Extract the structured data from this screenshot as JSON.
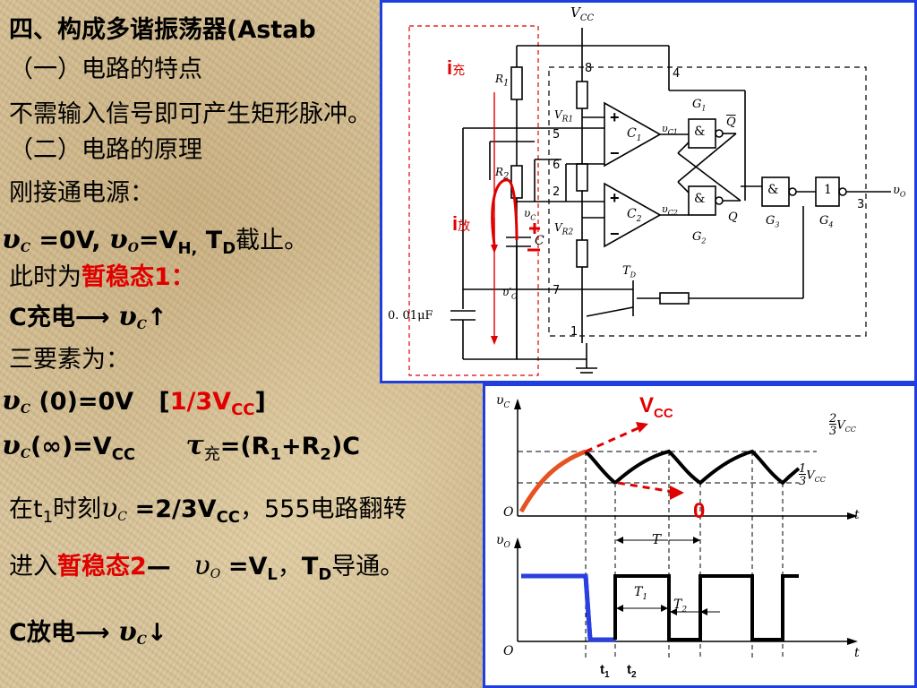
{
  "title": "四、构成多谐振荡器(Astab",
  "sec1": "（一）电路的特点",
  "feature": "不需输入信号即可产生矩形脉冲。",
  "sec2": "（二）电路的原理",
  "poweron": "刚接通电源：",
  "vc_sym": "υ",
  "vc_sub": "C",
  "vo_sub": "O",
  "init_state": {
    "vc_eq": "=0V,",
    "vo_eq": "=V",
    "vo_sub": "H",
    "sep": ",",
    "td": "T",
    "td_sub": "D",
    "td_state": "截止。"
  },
  "temp1": {
    "prefix": "此时为",
    "name": "暂稳态1：",
    "charge": "C充电",
    "arrow": "↑"
  },
  "three": "三要素为：",
  "vc0": {
    "eq": "(0)=0V",
    "br_open": "[",
    "val": "1/3V",
    "sub": "CC",
    "br_close": "]"
  },
  "vcinf": {
    "open": "(",
    "inf": "∞",
    "eq": ")=V",
    "sub": "CC"
  },
  "tau": {
    "sym": "τ",
    "sub": "充",
    "eq": "=(R",
    "r1": "1",
    "plus": "+R",
    "r2": "2",
    "close": ")C"
  },
  "t1flip": {
    "prefix": "在t",
    "t_sub": "1",
    "mid": "时刻",
    "eq": "=2/3V",
    "sub": "CC",
    "rest": "，555电路翻转"
  },
  "temp2": {
    "prefix": "进入",
    "name": "暂稳态2",
    "dash": "—",
    "eq": "=V",
    "eq_sub": "L",
    "sep": "，",
    "td": "T",
    "td_sub": "D",
    "td_state": "导通。"
  },
  "discharge": {
    "text": "C放电",
    "arrow": "↓"
  },
  "circuit": {
    "vcc": "V",
    "vcc_sub": "CC",
    "i_charge": "i",
    "i_charge_sub": "充",
    "i_discharge": "i",
    "i_discharge_sub": "放",
    "r1": "R",
    "r1_sub": "1",
    "r2": "R",
    "r2_sub": "2",
    "vr1": "V",
    "vr1_sub": "R1",
    "vr2": "V",
    "vr2_sub": "R2",
    "c1": "C",
    "c1_sub": "1",
    "c2": "C",
    "c2_sub": "2",
    "vc1": "υ",
    "vc1_sub": "C1",
    "vc2": "υ",
    "vc2_sub": "C2",
    "g1": "G",
    "g1_sub": "1",
    "g2": "G",
    "g2_sub": "2",
    "g3": "G",
    "g3_sub": "3",
    "g4": "G",
    "g4_sub": "4",
    "amp": "&",
    "one": "1",
    "qbar": "Q",
    "q": "Q",
    "vc_pin": "υ",
    "vc_pin_sub": "C",
    "cap": "C",
    "plus": "+",
    "minus": "-",
    "vo_prime": "υ′",
    "vo_prime_sub": "O",
    "td": "T",
    "td_sub": "D",
    "cap_small": "0. 01μF",
    "vo": "υ",
    "vo_sub": "O",
    "pins": [
      "8",
      "4",
      "5",
      "6",
      "2",
      "7",
      "1",
      "3"
    ]
  },
  "waveform": {
    "vc_axis": "υ",
    "vc_axis_sub": "C",
    "vo_axis": "υ",
    "vo_axis_sub": "O",
    "vcc": "V",
    "vcc_sub": "CC",
    "two_third": "2",
    "three": "3",
    "vcc_small": "V",
    "vcc_small_sub": "CC",
    "one_third": "1",
    "zero_label": "0",
    "origin": "O",
    "t_axis": "t",
    "period": "T",
    "t1_width": "T",
    "t1_width_sub": "1",
    "t2_width": "T",
    "t2_width_sub": "2",
    "t1": "t",
    "t1_sub": "1",
    "t2": "t",
    "t2_sub": "2"
  }
}
